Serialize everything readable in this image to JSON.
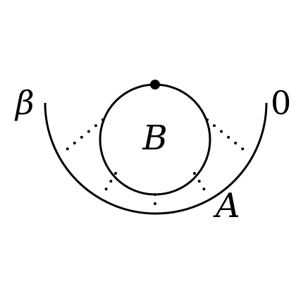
{
  "labels": {
    "left_endpoint": "β",
    "right_endpoint": "0",
    "inner_circle": "B",
    "outer_arc": "A"
  },
  "colors": {
    "stroke": "#000000",
    "background": "#ffffff"
  }
}
